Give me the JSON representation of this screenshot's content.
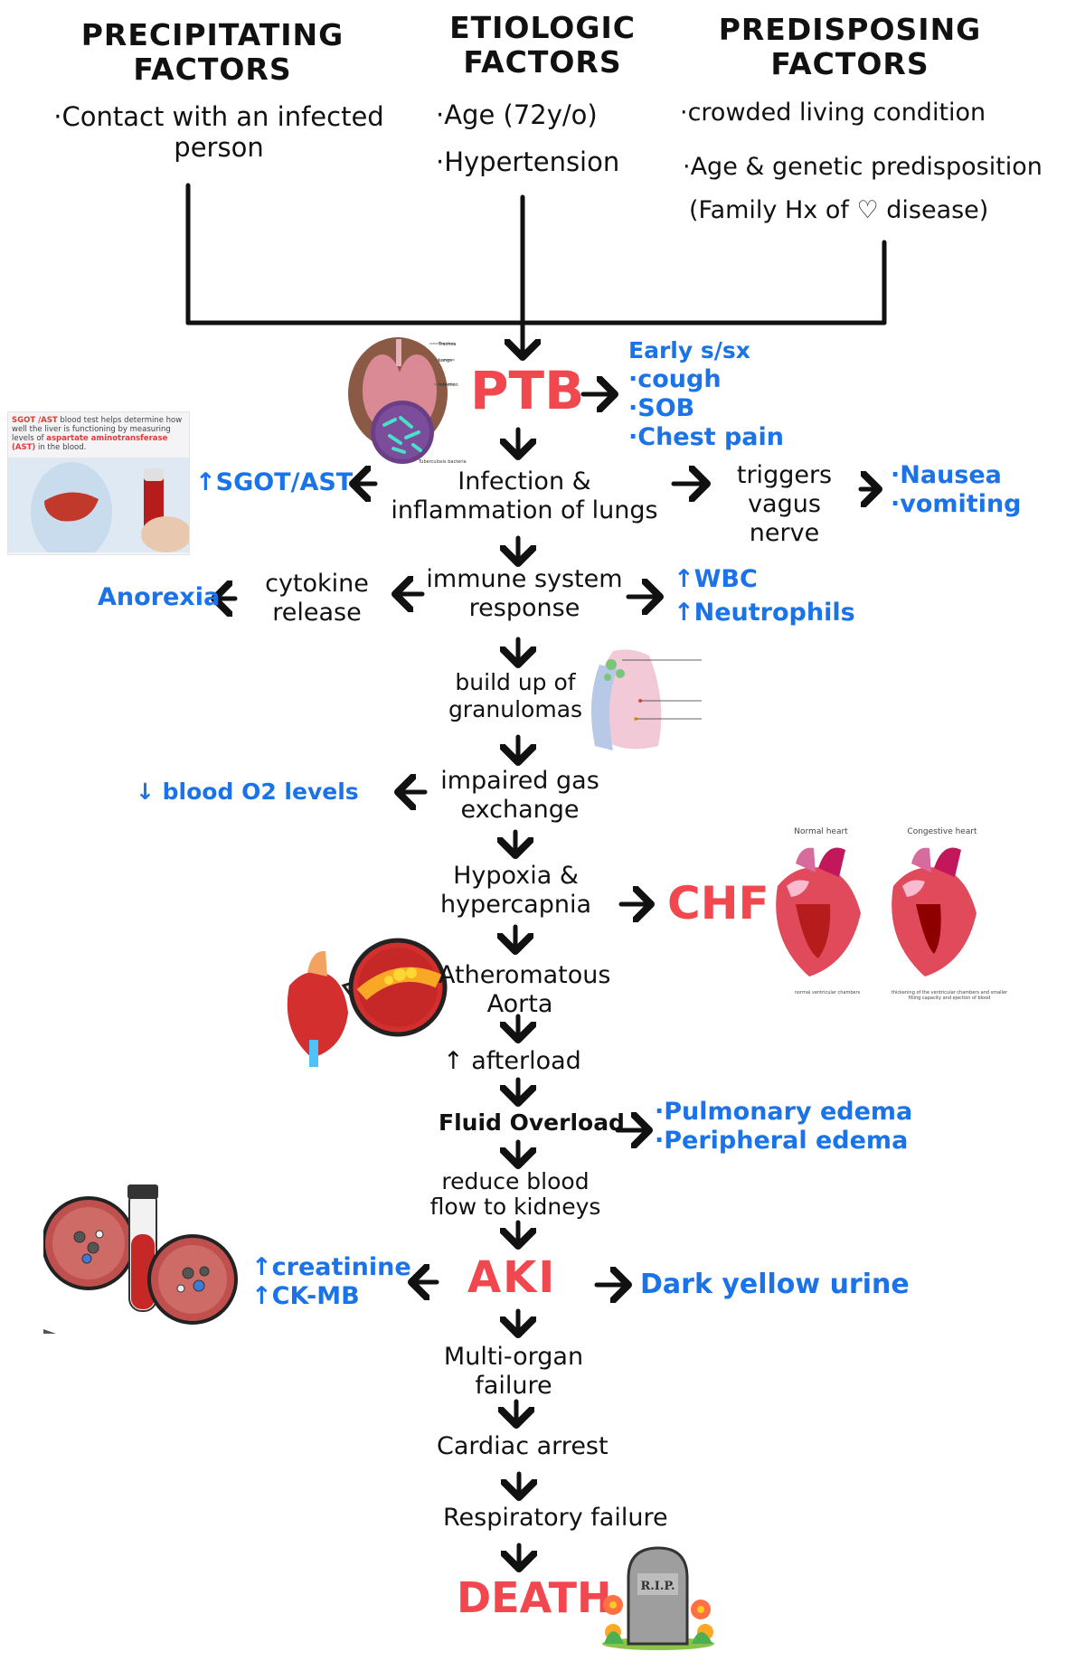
{
  "header": {
    "precipitating_title": "PRECIPITATING FACTORS",
    "etiologic_title": "ETIOLOGIC FACTORS",
    "predisposing_title": "PREDISPOSING FACTORS",
    "precipitating_items": [
      "·Contact with an infected person"
    ],
    "etiologic_items": [
      "·Age (72y/o)",
      "·Hypertension"
    ],
    "predisposing_items": [
      "·crowded living condition",
      "·Age & genetic predisposition",
      "(Family Hx of ♡ disease)"
    ]
  },
  "ptb": {
    "label": "PTB",
    "early_title": "Early s/sx",
    "early_items": [
      "·cough",
      "·SOB",
      "·Chest pain"
    ],
    "lung_labels": [
      "Trachea",
      "Lungs",
      "Infection",
      "Tuberculosis bacteria"
    ]
  },
  "infection": {
    "label": "Infection & inflammation of lungs",
    "left": "↑SGOT/AST",
    "right": "triggers vagus nerve",
    "far_right": [
      "·Nausea",
      "·vomiting"
    ]
  },
  "sgot_card": {
    "red1": "SGOT /AST",
    "t1": " blood test helps determine how well the liver is functioning by measuring levels of ",
    "red2": "aspartate aminotransferase (AST)",
    "t2": " in the blood."
  },
  "immune": {
    "label": "immune system response",
    "left": "cytokine release",
    "far_left": "Anorexia",
    "right": [
      "↑WBC",
      "↑Neutrophils"
    ]
  },
  "granulomas": {
    "label": "build up of granulomas"
  },
  "gas": {
    "label": "impaired gas exchange",
    "left": "↓ blood O2 levels"
  },
  "hypoxia": {
    "label": "Hypoxia & hypercapnia",
    "right": "CHF",
    "heart_titles": [
      "Normal heart",
      "Congestive heart"
    ],
    "heart_captions": [
      "normal ventricular chambers",
      "thickening of the ventricular chambers and smaller filling capacity and ejection of blood"
    ]
  },
  "aorta": {
    "label": "Atheromatous Aorta"
  },
  "afterload": {
    "label": "↑ afterload"
  },
  "fluid": {
    "label": "Fluid Overload",
    "right": [
      "·Pulmonary edema",
      "·Peripheral edema"
    ]
  },
  "kidneys": {
    "label": "reduce blood flow to kidneys"
  },
  "aki": {
    "label": "AKI",
    "left": [
      "↑creatinine",
      "↑CK-MB"
    ],
    "right": "Dark yellow urine"
  },
  "mof": {
    "label": "Multi-organ failure"
  },
  "arrest": {
    "label": "Cardiac arrest"
  },
  "resp": {
    "label": "Respiratory failure"
  },
  "death": {
    "label": "DEATH",
    "tomb_text": "R.I.P."
  },
  "colors": {
    "black": "#111111",
    "blue": "#1a73e8",
    "red": "#f0484e"
  }
}
